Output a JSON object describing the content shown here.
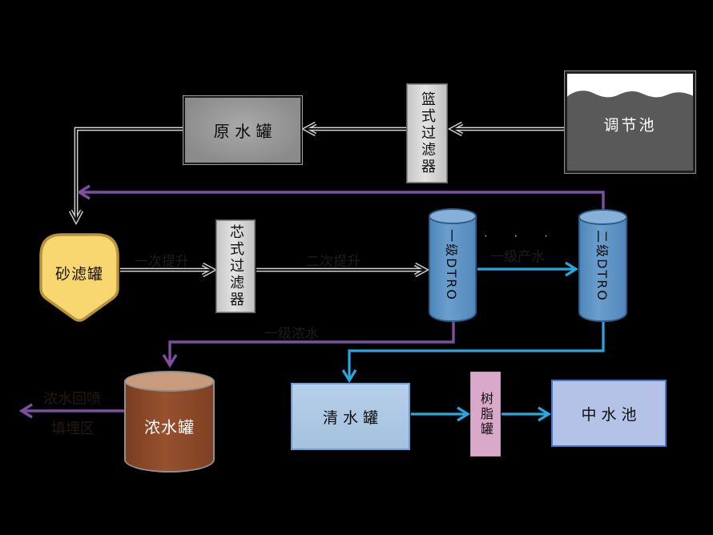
{
  "diagram": {
    "nodes": {
      "regulating_pool": "调节池",
      "basket_filter": "篮式过滤器",
      "raw_water_tank": "原 水 罐",
      "sand_filter_tank": "砂滤罐",
      "cartridge_filter": "芯式过滤器",
      "dtro_stage1": "一级DTRO",
      "dtro_stage2": "二级DTRO",
      "concentrate_tank": "浓水罐",
      "clean_water_tank": "清 水 罐",
      "resin_tank": "树脂罐",
      "reclaimed_water_pool": "中 水 池"
    },
    "faint_labels": {
      "lift_1": "一次提升",
      "lift_2": "二次提升",
      "stage1_permeate": "一级产水",
      "stage1_concentrate": "一级浓水",
      "concentrate_respray": "浓水回喷",
      "landfill_area": "填埋区",
      "dots": "· · ·"
    },
    "colors": {
      "background": "#000000",
      "purple-line": "#7c4fa0",
      "cyan-line": "#29a8e0",
      "black-line": "#141414",
      "line-halo": "#d9d9d9",
      "sand-fill": "#f8d771",
      "sand-border": "#b9923c",
      "dtro-top": "#87b0d8",
      "concentrate-top": "#c89b7d",
      "resin-fill": "#d9a9ca",
      "reclaimed-fill": "#b4c2e7",
      "pool-water": "#595959"
    }
  }
}
